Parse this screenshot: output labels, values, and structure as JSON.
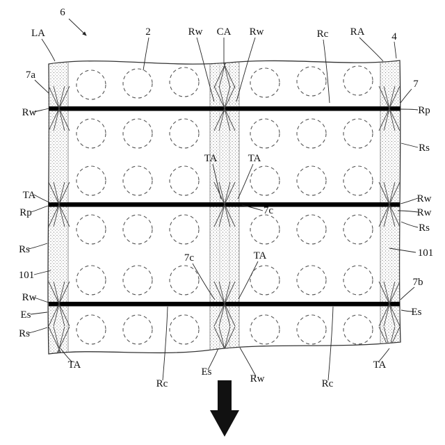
{
  "figure": {
    "colors": {
      "line": "#222222",
      "seal": "#000000",
      "stipple": "#8f8f8f",
      "background": "#ffffff"
    }
  },
  "labels": {
    "n6": "6",
    "la": "LA",
    "n2": "2",
    "rw_tl": "Rw",
    "ca": "CA",
    "rw_tc": "Rw",
    "rc_t": "Rc",
    "ra": "RA",
    "n4": "4",
    "n7a": "7a",
    "n7": "7",
    "rw_l1": "Rw",
    "rp_r": "Rp",
    "rs_r1": "Rs",
    "ta_c1": "TA",
    "ta_c2": "TA",
    "ta_l": "TA",
    "rp_l": "Rp",
    "rw_r1": "Rw",
    "rw_r2": "Rw",
    "rs_r2": "Rs",
    "n101_r": "101",
    "rs_l1": "Rs",
    "n101_l": "101",
    "n7c_1": "7c",
    "n7c_2": "7c",
    "ta_c3": "TA",
    "n7b": "7b",
    "rw_l2": "Rw",
    "es_l": "Es",
    "es_r": "Es",
    "rs_l2": "Rs",
    "ta_bl": "TA",
    "rc_bl": "Rc",
    "es_b": "Es",
    "rw_b": "Rw",
    "rc_br": "Rc",
    "ta_br": "TA"
  }
}
